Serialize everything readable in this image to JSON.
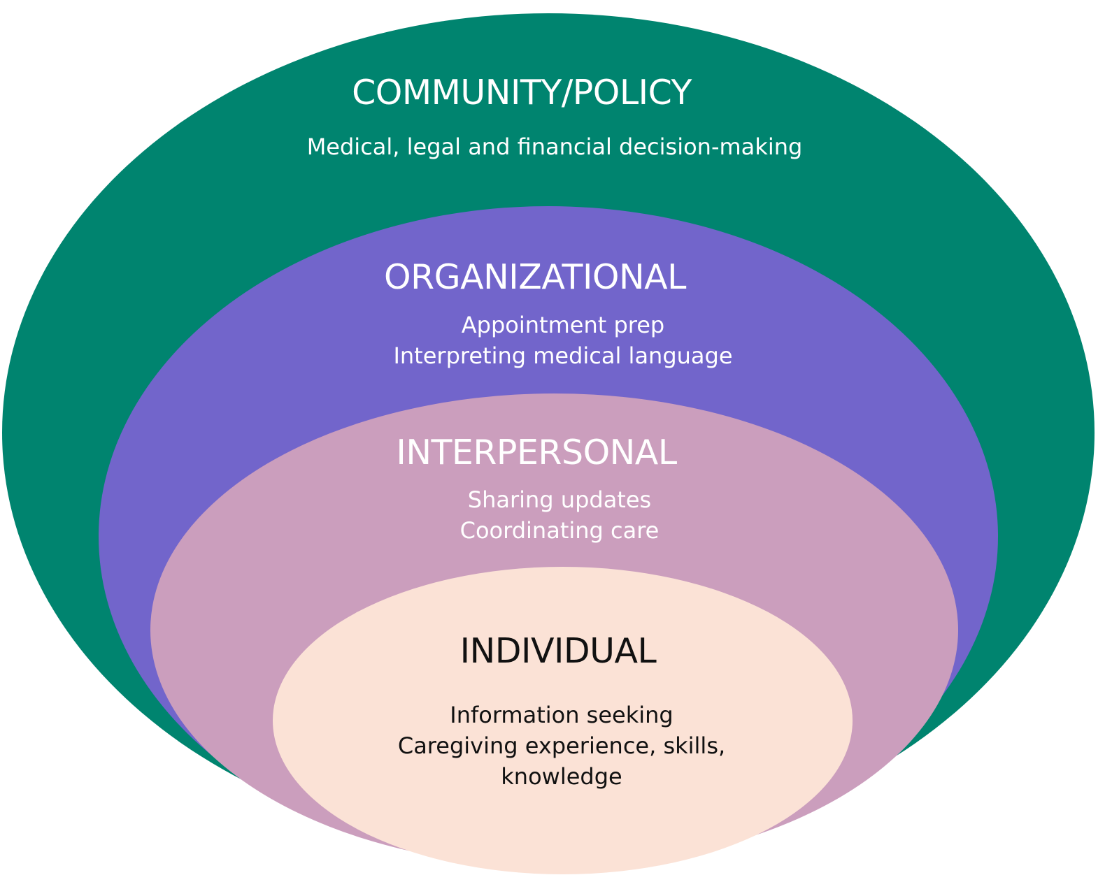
{
  "levels": [
    {
      "title": "COMMUNITY/POLICY",
      "items": [
        "Medical, legal and financial decision-making"
      ],
      "color": "#00846f"
    },
    {
      "title": "ORGANIZATIONAL",
      "items": [
        "Appointment prep",
        "Interpreting medical language"
      ],
      "color": "#7265cb"
    },
    {
      "title": "INTERPERSONAL",
      "items": [
        "Sharing updates",
        "Coordinating care"
      ],
      "color": "#cb9ebd"
    },
    {
      "title": "INDIVIDUAL",
      "items": [
        "Information seeking",
        "Caregiving experience, skills,",
        "knowledge"
      ],
      "color": "#fbe2d6"
    }
  ]
}
